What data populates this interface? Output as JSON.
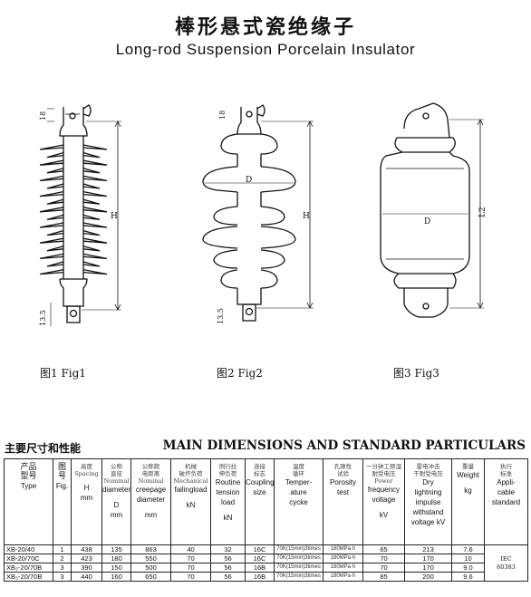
{
  "header": {
    "title_cn": "棒形悬式瓷绝缘子",
    "title_en": "Long-rod Suspension Porcelain Insulator"
  },
  "figures": {
    "dims": {
      "f1_top": "18",
      "f1_h": "H",
      "f1_bot": "13.5",
      "f2_top": "18",
      "f2_d": "D",
      "f2_h": "H",
      "f2_bot": "13.5",
      "f3_d": "D",
      "f3_l2": "L2"
    },
    "captions": [
      "图1  Fig1",
      "图2  Fig2",
      "图3  Fig3"
    ]
  },
  "section": {
    "title_cn": "主要尺寸和性能",
    "title_en": "MAIN DIMENSIONS AND STANDARD PARTICULARS"
  },
  "table": {
    "columns": [
      {
        "cn": "产品\n型号",
        "en": "Type",
        "unit": ""
      },
      {
        "cn": "图\n号",
        "en": "Fig.",
        "unit": ""
      },
      {
        "cn": "高度\nSpacing",
        "en": "",
        "unit": "H\nmm"
      },
      {
        "cn": "公称\n直径\nNominal",
        "en": "diameter",
        "unit": "D\nmm"
      },
      {
        "cn": "公称爬\n电距离\nNominal",
        "en": "creepage\ndiameter",
        "unit": "mm"
      },
      {
        "cn": "机械\n破坏负荷\nMechanical",
        "en": "failingload",
        "unit": "kN"
      },
      {
        "cn": "例行拉\n伸负荷",
        "en": "Routine\ntension\nload",
        "unit": "kN"
      },
      {
        "cn": "连接\n标志",
        "en": "Coupling\nsize",
        "unit": ""
      },
      {
        "cn": "温度\n循环",
        "en": "Temper-\nature\ncycke",
        "unit": ""
      },
      {
        "cn": "孔隙性\n试验",
        "en": "Porosity\ntest",
        "unit": ""
      },
      {
        "cn": "一分钟工频湿\n耐受电压\nPower",
        "en": "frequency\nvoltage",
        "unit": "kV"
      },
      {
        "cn": "雷电冲击\n干耐受电压",
        "en": "Dry\nlightning\nimpulse\nwithstand\nvoltage kV",
        "unit": ""
      },
      {
        "cn": "重量",
        "en": "Weight",
        "unit": "kg"
      },
      {
        "cn": "执行\n标准",
        "en": "Appli-\ncable\nstandard",
        "unit": ""
      }
    ],
    "rows": [
      [
        "XB-20/40",
        "1",
        "438",
        "135",
        "863",
        "40",
        "32",
        "16C",
        "70K(15min)3times",
        "180MPa·h",
        "65",
        "213",
        "7.6"
      ],
      [
        "XB-20/70C",
        "2",
        "423",
        "180",
        "550",
        "70",
        "56",
        "16C",
        "70K(15min)3times",
        "180MPa·h",
        "70",
        "170",
        "10"
      ],
      [
        "XB₂-20/70B",
        "3",
        "390",
        "150",
        "500",
        "70",
        "56",
        "16B",
        "70K(15min)3times",
        "180MPa·h",
        "70",
        "170",
        "9.0"
      ],
      [
        "XB₃-20/70B",
        "3",
        "440",
        "160",
        "650",
        "70",
        "56",
        "16B",
        "70K(15min)3times",
        "180MPa·h",
        "85",
        "200",
        "9.6"
      ]
    ],
    "standard": "IEC\n60383"
  }
}
